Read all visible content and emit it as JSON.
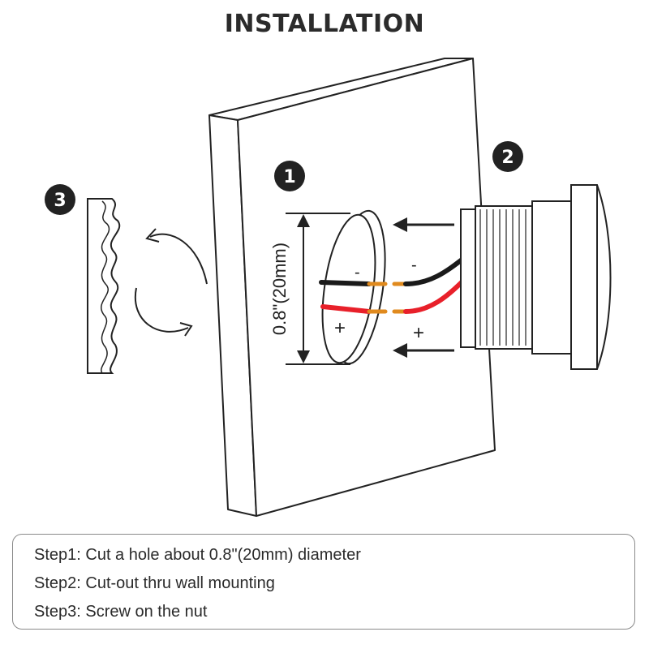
{
  "title": "INSTALLATION",
  "badges": {
    "one": "1",
    "two": "2",
    "three": "3"
  },
  "dimension_label": "0.8\"(20mm)",
  "polarity": {
    "minus": "-",
    "plus": "+"
  },
  "colors": {
    "wire_negative": "#1a1a1a",
    "wire_positive": "#e8202a",
    "wire_copper": "#e08a1e",
    "badge": "#222222"
  },
  "steps": [
    "Step1: Cut a hole about 0.8\"(20mm) diameter",
    "Step2: Cut-out thru wall mounting",
    "Step3: Screw on the nut"
  ]
}
